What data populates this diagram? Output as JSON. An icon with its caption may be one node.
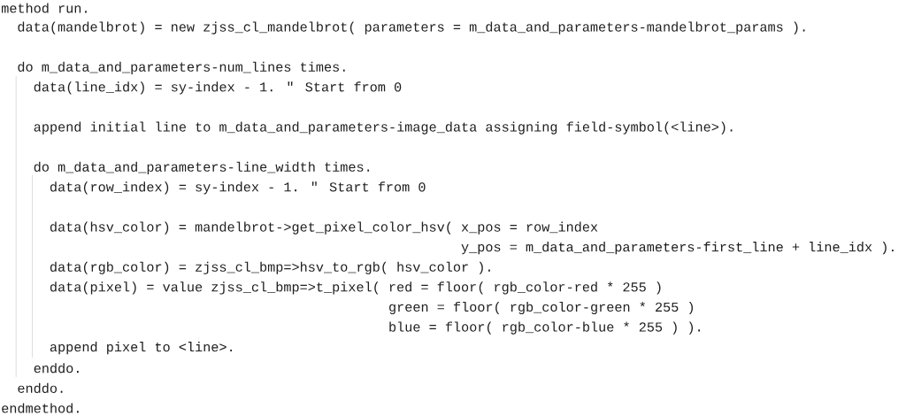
{
  "diagram": {
    "labels": [
      "method run.",
      "data(mandelbrot) = new zjss_cl_mandelbrot( parameters = m_data_and_parameters-mandelbrot_params ).",
      "do m_data_and_parameters-num_lines times.",
      "data(line_idx) = sy-index - 1. \" Start from 0",
      "append initial line to m_data_and_parameters-image_data assigning field-symbol(<line>).",
      "do m_data_and_parameters-line_width times.",
      "data(row_index) = sy-index - 1. \" Start from 0",
      "data(hsv_color) = mandelbrot->get_pixel_color_hsv( x_pos = row_index",
      "y_pos = m_data_and_parameters-first_line + line_idx ).",
      "data(rgb_color) = zjss_cl_bmp=>hsv_to_rgb( hsv_color ).",
      "data(pixel) = value zjss_cl_bmp=>t_pixel( red = floor( rgb_color-red * 255 )",
      "green = floor( rgb_color-green * 255 )",
      "blue = floor( rgb_color-blue * 255 ) ).",
      "append pixel to <line>.",
      "enddo.",
      "enddo.",
      "endmethod."
    ]
  }
}
